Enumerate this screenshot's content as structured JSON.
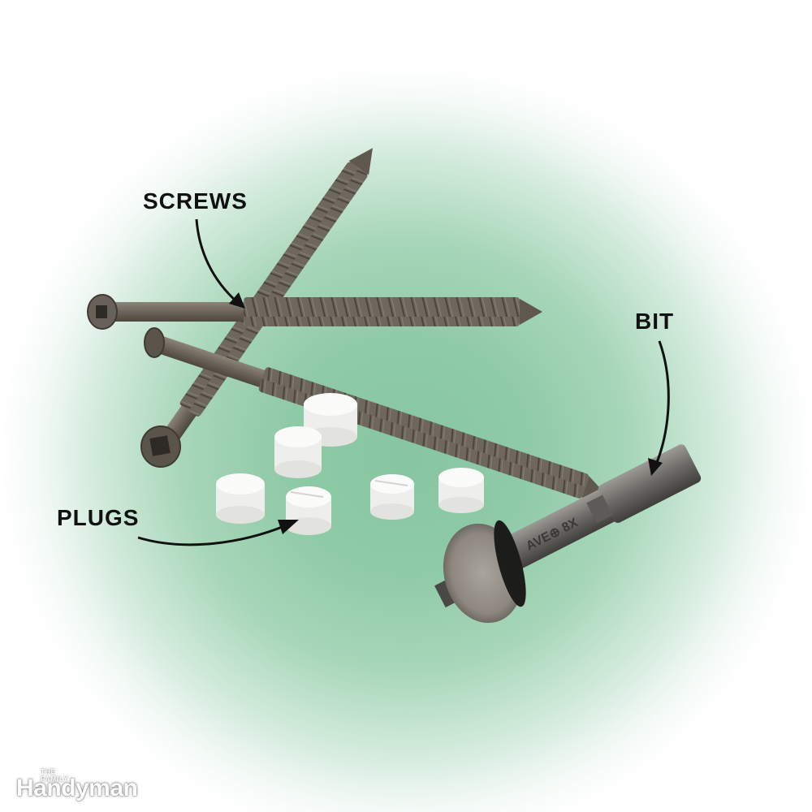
{
  "image": {
    "subject": "deck screws, plugs and driver bit"
  },
  "labels": {
    "screws": "SCREWS",
    "bit": "BIT",
    "plugs": "PLUGS"
  },
  "logo": {
    "small_text": "THE FAMILY",
    "brand_text": "Handyman"
  },
  "colors": {
    "background_center": "#86c6a0",
    "screw_metal": "#6b645a",
    "plug": "#f4f4f2",
    "label_text": "#111111"
  }
}
